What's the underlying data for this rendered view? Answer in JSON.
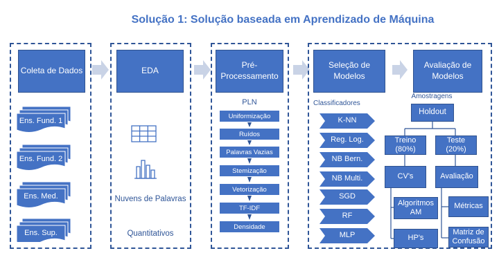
{
  "title": "Solução 1: Solução baseada em Aprendizado de Máquina",
  "stages": {
    "coleta": "Coleta de Dados",
    "eda": "EDA",
    "pre": "Pré-Processamento",
    "selecao": "Seleção de Modelos",
    "avaliacao": "Avaliação de Modelos"
  },
  "coleta_docs": [
    "Ens. Fund. 1",
    "Ens. Fund. 2",
    "Ens. Med.",
    "Ens. Sup."
  ],
  "eda": {
    "nuvens": "Nuvens de Palavras",
    "quantitativos": "Quantitativos"
  },
  "pln": {
    "label": "PLN",
    "steps": [
      "Uniformização",
      "Ruídos",
      "Palavras Vazias",
      "Stemização",
      "Vetorização",
      "TF-IDF",
      "Densidade"
    ]
  },
  "classificadores": {
    "label": "Classificadores",
    "items": [
      "K-NN",
      "Reg. Log.",
      "NB Bern.",
      "NB Multi.",
      "SGD",
      "RF",
      "MLP"
    ]
  },
  "avaliacao": {
    "amostragens": "Amostragens",
    "holdout": "Holdout",
    "treino": "Treino (80%)",
    "teste": "Teste (20%)",
    "cvs": "CV's",
    "algoritmos": "Algoritmos AM",
    "hps": "HP's",
    "avaliacao": "Avaliação",
    "metricas": "Métricas",
    "matriz": "Matriz de Confusão"
  }
}
